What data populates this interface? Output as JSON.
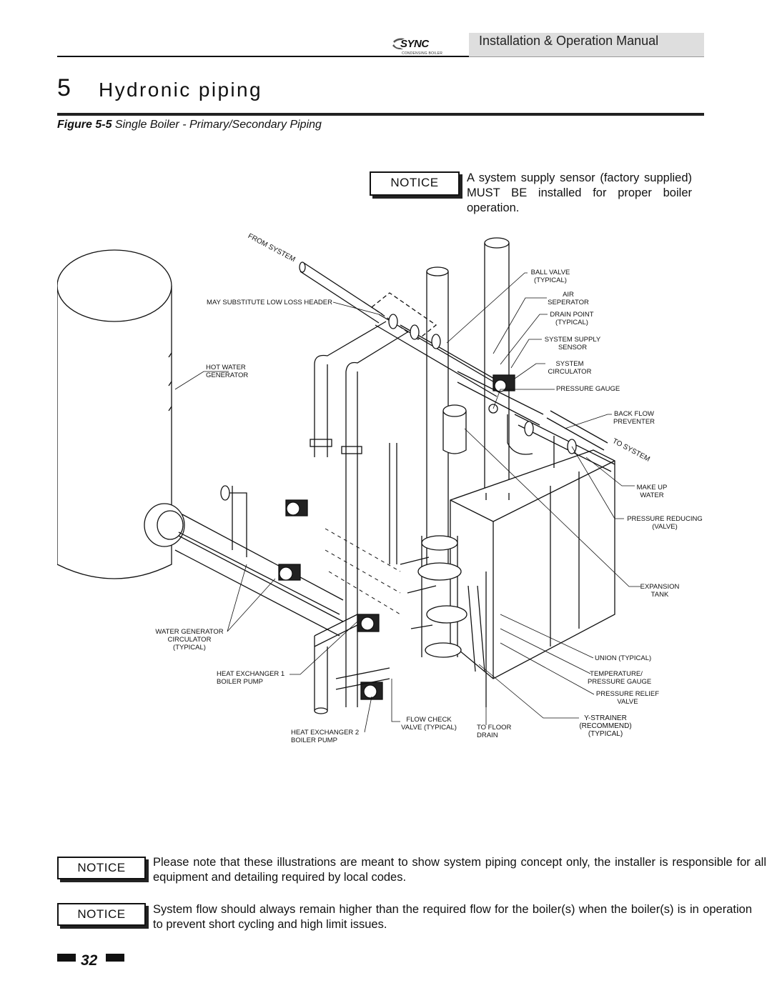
{
  "header": {
    "logo_text": "SYNC",
    "logo_sub": "CONDENSING BOILER",
    "manual_title": "Installation & Operation Manual"
  },
  "section": {
    "number": "5",
    "title": "Hydronic piping"
  },
  "figure": {
    "caption_num": "Figure 5-5",
    "caption_text": " Single Boiler - Primary/Secondary Piping"
  },
  "notices": [
    {
      "label": "NOTICE",
      "text": "A system supply sensor (factory supplied) MUST BE installed for proper boiler operation."
    },
    {
      "label": "NOTICE",
      "text": "Please note that these illustrations are meant to show system piping concept only, the installer is responsible for all equipment and detailing required by local codes."
    },
    {
      "label": "NOTICE",
      "text": "System flow should always remain higher than the required flow for the boiler(s) when the boiler(s) is in operation to prevent short cycling and high limit issues."
    }
  ],
  "diagram_labels": {
    "from_system": "FROM SYSTEM",
    "to_system": "TO SYSTEM",
    "low_loss_header": "MAY SUBSTITUTE LOW LOSS HEADER",
    "hot_water_generator": "HOT WATER\nGENERATOR",
    "water_generator_circulator": "WATER GENERATOR\nCIRCULATOR\n(TYPICAL)",
    "hx1_pump": "HEAT EXCHANGER 1\nBOILER PUMP",
    "hx2_pump": "HEAT EXCHANGER 2\nBOILER PUMP",
    "flow_check": "FLOW CHECK\nVALVE (TYPICAL)",
    "to_floor_drain": "TO FLOOR\nDRAIN",
    "y_strainer": "Y-STRAINER\n(RECOMMEND)\n(TYPICAL)",
    "ball_valve": "BALL VALVE\n(TYPICAL)",
    "air_separator": "AIR\nSEPERATOR",
    "drain_point": "DRAIN POINT\n(TYPICAL)",
    "system_supply_sensor": "SYSTEM SUPPLY\nSENSOR",
    "system_circulator": "SYSTEM\nCIRCULATOR",
    "pressure_gauge": "PRESSURE GAUGE",
    "back_flow": "BACK FLOW\nPREVENTER",
    "make_up_water": "MAKE UP\nWATER",
    "pressure_reducing": "PRESSURE REDUCING\n(VALVE)",
    "expansion_tank": "EXPANSION\nTANK",
    "union": "UNION (TYPICAL)",
    "temp_pressure_gauge": "TEMPERATURE/\nPRESSURE GAUGE",
    "pressure_relief": "PRESSURE RELIEF\nVALVE"
  },
  "footer": {
    "page_number": "32"
  }
}
